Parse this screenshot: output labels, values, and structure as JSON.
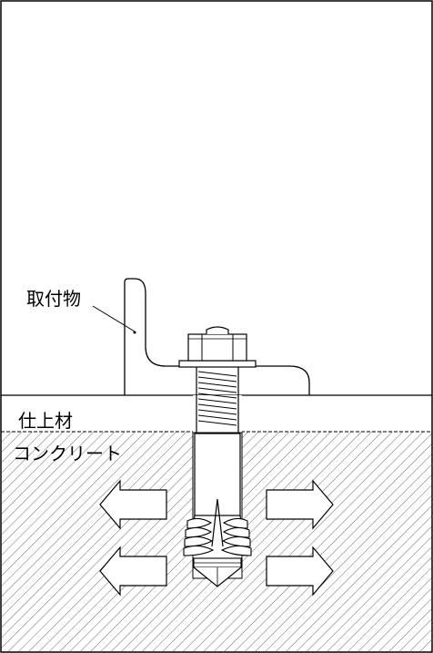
{
  "labels": {
    "fixture": "取付物",
    "finish": "仕上材",
    "concrete": "コンクリート"
  }
}
